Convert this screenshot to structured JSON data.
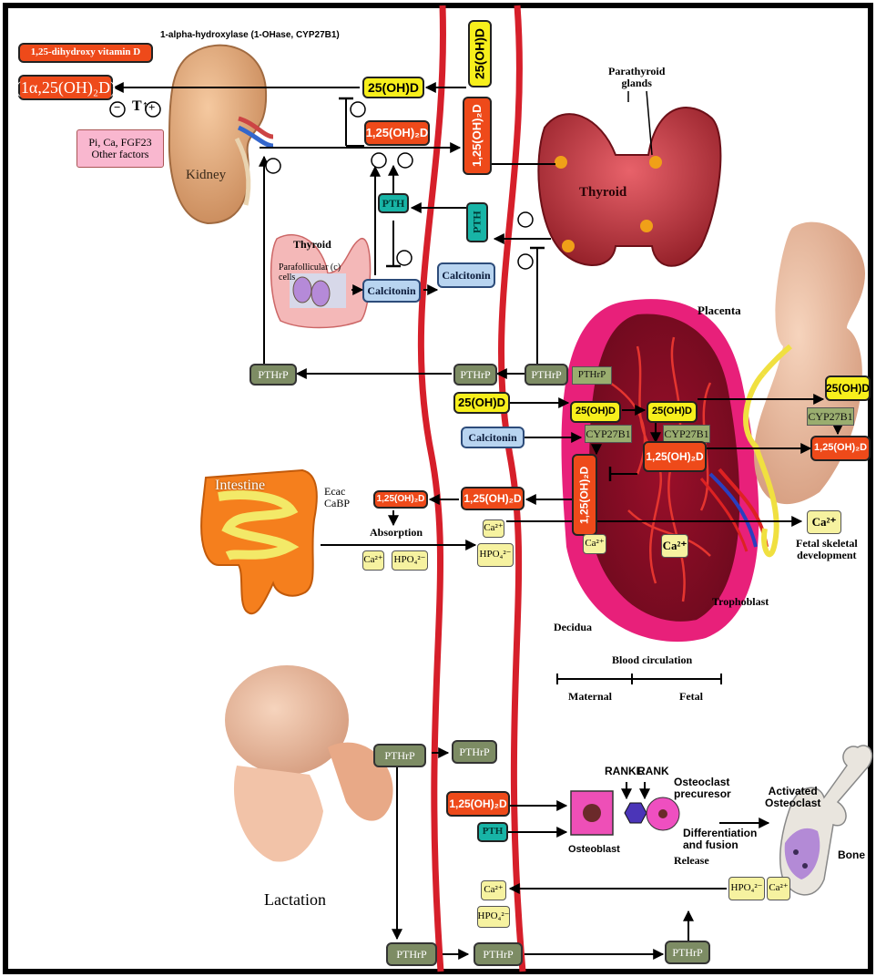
{
  "kidney": {
    "enzyme": "1-alpha-hydroxylase (1-OHase, CYP27B1)",
    "calcitriol_name": "1,25-dihydroxy vitamin D",
    "calcitriol_formula": "(1α,25(OH)₂D)",
    "label": "Kidney",
    "factors": "Pi, Ca, FGF23\nOther factors",
    "minus": "−",
    "plus": "+"
  },
  "boxes": {
    "ohd": "25(OH)D",
    "ohd2": "1,25(OH)₂D",
    "pth": "PTH",
    "pthrp": "PTHrP",
    "calcitonin": "Calcitonin",
    "ca": "Ca²⁺",
    "hpo4": "HPO₄²⁻",
    "cyp": "CYP27B1"
  },
  "parathyroid": {
    "title": "Parathyroid\nglands",
    "thyroid": "Thyroid"
  },
  "thyroid_small": {
    "title": "Thyroid",
    "cells": "Parafollicular (c)\ncells"
  },
  "placenta": {
    "title": "Placenta",
    "trophoblast": "Trophoblast",
    "decidua": "Decidua",
    "blood": "Blood circulation",
    "maternal": "Maternal",
    "fetal": "Fetal"
  },
  "fetus": {
    "skeletal": "Fetal skeletal\ndevelopment"
  },
  "intestine": {
    "label": "Intestine",
    "ecac": "Ecac\nCaBP",
    "absorption": "Absorption"
  },
  "lactation": {
    "label": "Lactation"
  },
  "bone": {
    "rankl": "RANKL",
    "rank": "RANK",
    "precursor": "Osteoclast\nprecuresor",
    "osteoblast": "Osteoblast",
    "diff": "Differentiation\nand fusion",
    "activated": "Activated\nOsteoclast",
    "bone": "Bone",
    "release": "Release"
  },
  "colors": {
    "membrane": "#d61f2a",
    "vitd": "#f7ef1c",
    "calcitriol": "#ee4a1a",
    "pthrp": "#7d8c64",
    "pth": "#18b4a6",
    "calcitonin": "#b8d4f0",
    "mineral": "#f6f2a0"
  }
}
